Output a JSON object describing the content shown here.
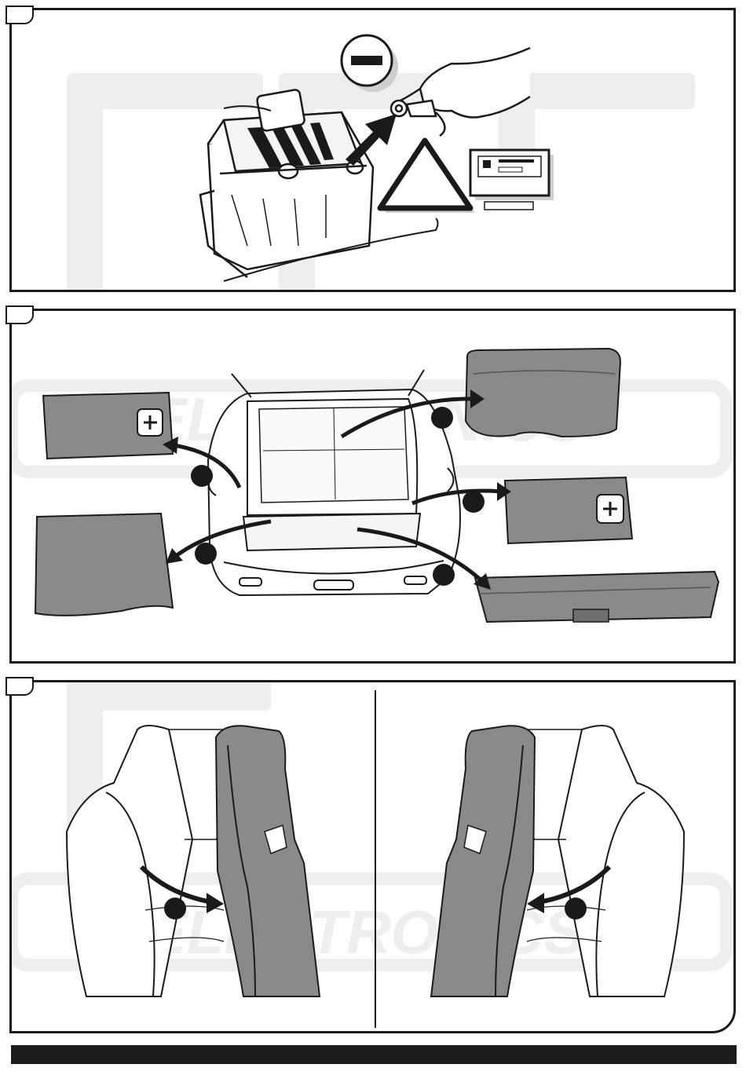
{
  "document": {
    "watermark": {
      "logo": "ECS",
      "text": "ELECTRONICS",
      "color": "#eeeeee"
    },
    "colors": {
      "line": "#1a1a1a",
      "part_fill": "#8a8a8a",
      "part_dark": "#6e6e6e",
      "marker": "#1a1a1a"
    },
    "steps": [
      {
        "id": "step-1",
        "illustration": "disconnect-negative-battery-terminal",
        "icons": [
          "minus-icon",
          "warning-triangle-icon",
          "radio-code-icon",
          "arrow-icon"
        ]
      },
      {
        "id": "step-2",
        "illustration": "remove-trunk-trim-panels",
        "parts": [
          "left-side-cover",
          "parcel-shelf",
          "right-side-cover",
          "trunk-floor-mat",
          "sill-trim"
        ],
        "marker_count": 5
      },
      {
        "id": "step-3",
        "illustration": "remove-side-trim-left-right",
        "marker_count": 2
      }
    ]
  }
}
